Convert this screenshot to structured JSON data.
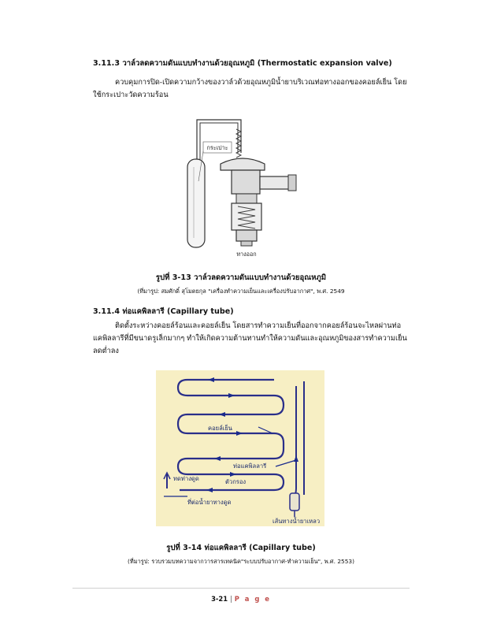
{
  "section_3_11_3": {
    "heading": "3.11.3  วาล์วลดความดันแบบทำงานด้วยอุณหภูมิ (Thermostatic expansion valve)",
    "paragraph_line1": "ควบคุมการปิด-เปิดความกว้างของวาล์วด้วยอุณหภูมิน้ำยาบริเวณท่อทางออกของคอยล์เย็น โดย",
    "paragraph_line2": "ใช้กระเปาะวัดความร้อน"
  },
  "figure_3_13": {
    "labels": {
      "bulb": "กระเปาะ",
      "outlet": "ทางออก"
    },
    "caption": "รูปที่ 3-13 วาล์วลดความดันแบบทำงานด้วยอุณหภูมิ",
    "source": "(ที่มารูป: สมศักดิ์ สุโมตยกุล \"เครื่องทำความเย็นและเครื่องปรับอากาศ\", พ.ศ. 2549"
  },
  "section_3_11_4": {
    "heading": "3.11.4  ท่อแคพิลลารี (Capillary tube)",
    "paragraph_line1": "ติดตั้งระหว่างคอยล์ร้อนและคอยล์เย็น โดยสารทำความเย็นที่ออกจากคอยล์ร้อนจะไหลผ่านท่อ",
    "paragraph_line2": "แคพิลลารีที่มีขนาดรูเล็กมากๆ ทำให้เกิดความต้านทานทำให้ความดันและอุณหภูมิของสารทำความเย็น",
    "paragraph_line3": "ลดต่ำลง"
  },
  "figure_3_14": {
    "labels": {
      "evaporator": "คอยล์เย็น",
      "capillary": "ท่อแคพิลลารี",
      "suction": "ทดท่างดูด",
      "filter": "ตัวกรอง",
      "suction_line": "ที่ต่อน้ำยาทางดูด",
      "liquid_line": "เส้นทางน้ำยาเหลว"
    },
    "caption": "รูปที่ 3-14 ท่อแคพิลลารี (Capillary tube)",
    "source": "(ที่มารูป: รวบรวมบทความจากวารสารเทคนิค\"ระบบปรับอากาศ-ทำความเย็น\", พ.ศ. 2553)"
  },
  "footer": {
    "page_number": "3-21",
    "separator": "|",
    "page_word": "P a g e"
  },
  "colors": {
    "figure_bg": "#f7efc4",
    "tube": "#2a2f8a",
    "arrow": "#1a2a8c",
    "footer_accent": "#c0504d"
  }
}
